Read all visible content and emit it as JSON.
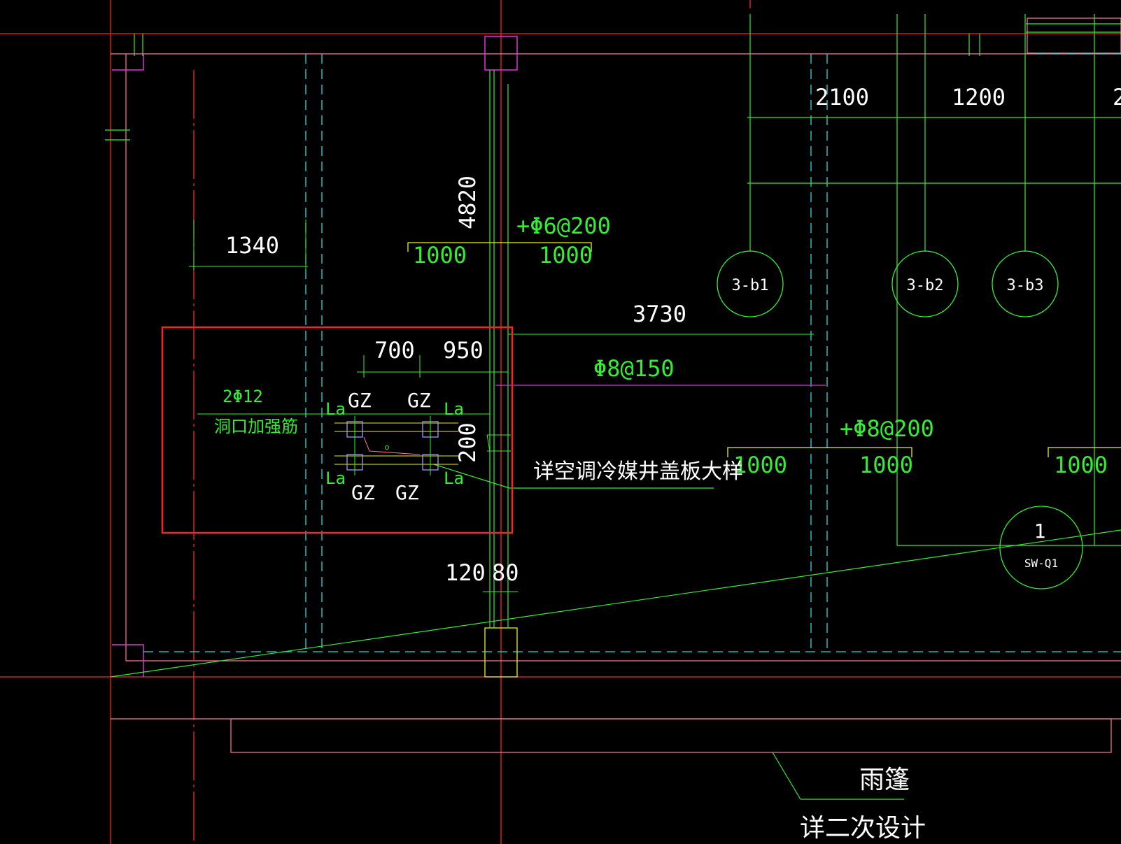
{
  "colors": {
    "background": "#000000",
    "axis_red": "#ff2020",
    "wall_pink": "#ff7a9a",
    "rebar_green": "#33ee33",
    "dim_white": "#ffffff",
    "hidden_cyan": "#22dddd",
    "column_magenta": "#dd33dd",
    "slab_yellow": "#eeee22",
    "highlight_red": "#ff2020"
  },
  "dimensions": {
    "d1340": "1340",
    "d4820": "4820",
    "d700": "700",
    "d950": "950",
    "d3730": "3730",
    "d2100": "2100",
    "d1200": "1200",
    "d200": "200",
    "d120": "120",
    "d80": "80",
    "d1000_a": "1000",
    "d1000_b": "1000",
    "d1000_c": "1000",
    "d1000_d": "1000",
    "d1000_e": "1000"
  },
  "rebar": {
    "phi6_200": "+Φ6@200",
    "phi8_150": "Φ8@150",
    "phi8_200": "+Φ8@200",
    "two_phi12": "2Φ12",
    "opening_reinforcement": "洞口加强筋"
  },
  "columns": {
    "gz_tl": "GZ",
    "gz_tr": "GZ",
    "gz_bl": "GZ",
    "gz_br": "GZ"
  },
  "anchorage": {
    "la_tl": "La",
    "la_tr": "La",
    "la_bl": "La",
    "la_br": "La"
  },
  "notes": {
    "ac_shaft_detail": "详空调冷媒井盖板大样",
    "canopy": "雨篷",
    "secondary_design": "详二次设计"
  },
  "sections": {
    "b1": "3-b1",
    "b2": "3-b2",
    "b3": "3-b3",
    "sw_num": "1",
    "sw_name": "SW-Q1",
    "edge_char": "2"
  }
}
